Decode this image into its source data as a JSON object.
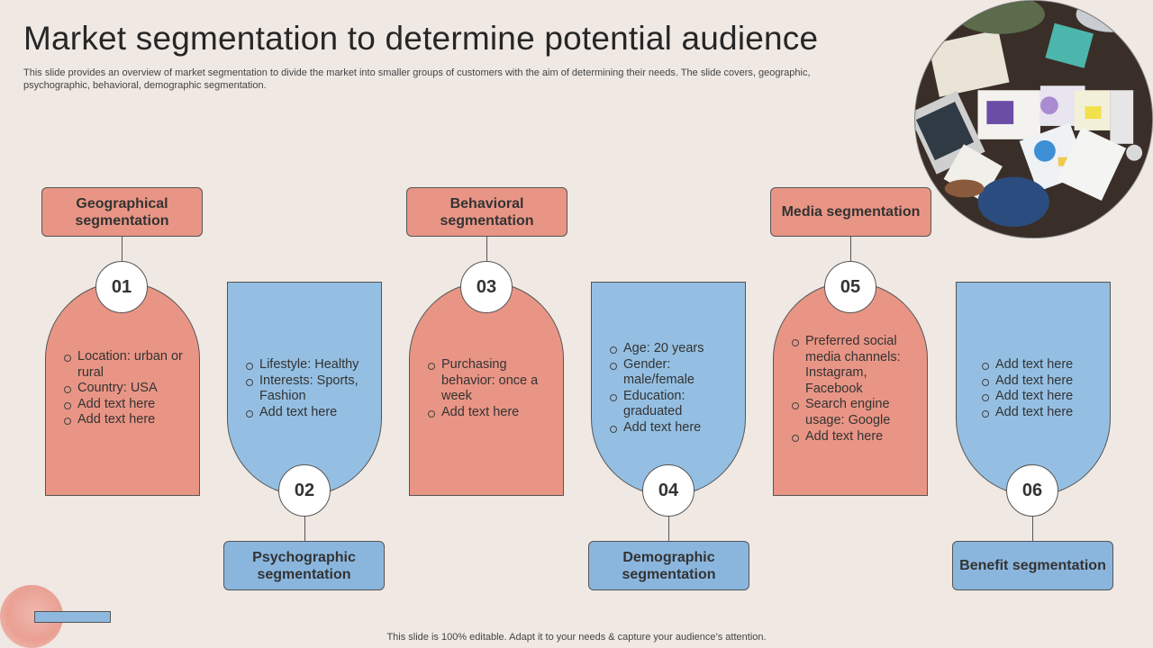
{
  "title": "Market segmentation to determine potential audience",
  "subtitle": "This slide provides an overview of market segmentation to divide the market into smaller groups of customers with the aim of determining their needs. The slide covers, geographic, psychographic, behavioral, demographic segmentation.",
  "footer": "This slide is 100% editable. Adapt it to your needs & capture your audience’s attention.",
  "colors": {
    "salmon": "#e99585",
    "blue": "#8ab6de",
    "background": "#efe8e3"
  },
  "segments": [
    {
      "number": "01",
      "label": "Geographical segmentation",
      "color": "salmon",
      "bullets": [
        "Location: urban or rural",
        "Country: USA",
        "Add text here",
        "Add text here"
      ]
    },
    {
      "number": "02",
      "label": "Psychographic segmentation",
      "color": "blue",
      "bullets": [
        "Lifestyle: Healthy",
        "Interests: Sports, Fashion",
        "Add text here"
      ]
    },
    {
      "number": "03",
      "label": "Behavioral segmentation",
      "color": "salmon",
      "bullets": [
        "Purchasing behavior: once a week",
        "Add text here"
      ]
    },
    {
      "number": "04",
      "label": "Demographic segmentation",
      "color": "blue",
      "bullets": [
        "Age: 20 years",
        "Gender: male/female",
        "Education: graduated",
        "Add text here"
      ]
    },
    {
      "number": "05",
      "label": "Media segmentation",
      "color": "salmon",
      "bullets": [
        "Preferred social media channels: Instagram, Facebook",
        "Search engine usage: Google",
        "Add text here"
      ]
    },
    {
      "number": "06",
      "label": "Benefit segmentation",
      "color": "blue",
      "bullets": [
        "Add text here",
        "Add text here",
        "Add text here",
        "Add text here"
      ]
    }
  ]
}
